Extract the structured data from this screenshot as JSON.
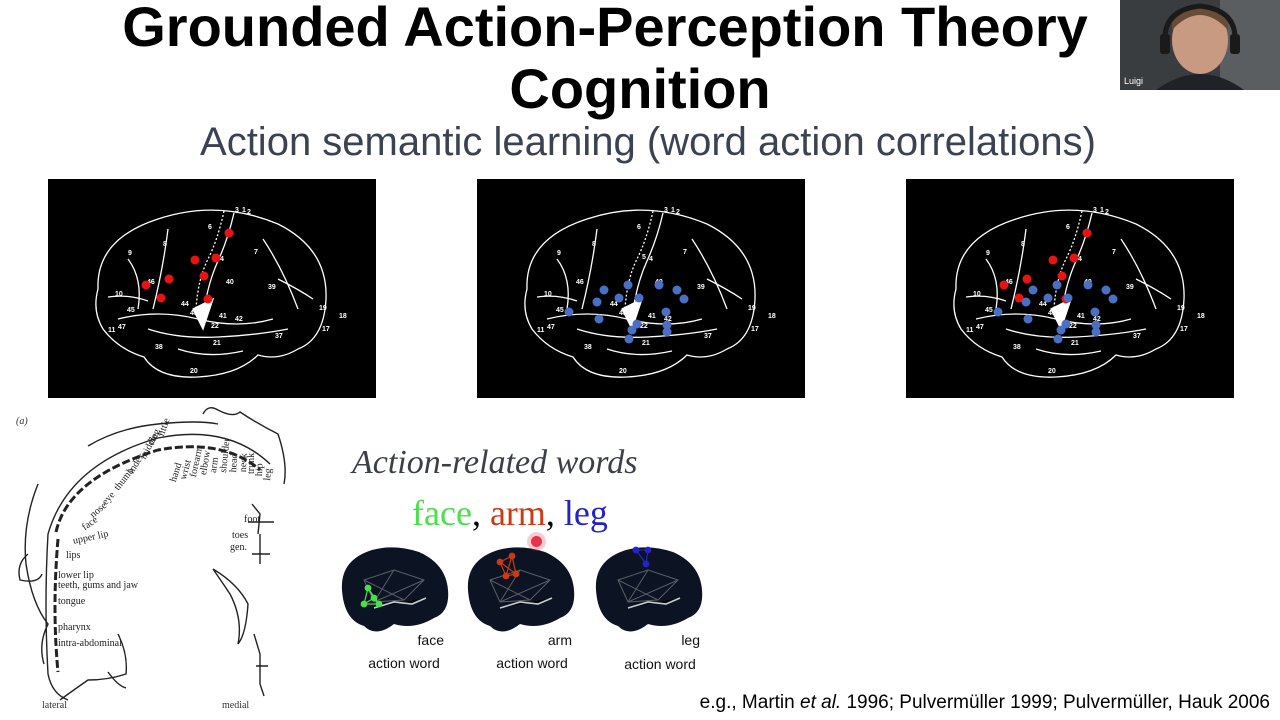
{
  "slide": {
    "title_line1": "Grounded Action-Perception Theory",
    "title_line2": "Cognition",
    "subtitle": "Action semantic learning (word action correlations)",
    "citation": {
      "prefix": "e.g., Martin ",
      "etal": "et al.",
      "rest": " 1996; Pulvermüller 1999; Pulvermüller, Hauk 2006"
    }
  },
  "brain_map": {
    "labels": [
      "3",
      "1",
      "2",
      "6",
      "8",
      "9",
      "4",
      "5",
      "7",
      "40",
      "39",
      "46",
      "10",
      "44",
      "43",
      "45",
      "41",
      "42",
      "19",
      "18",
      "11",
      "47",
      "22",
      "37",
      "21",
      "38",
      "20",
      "17"
    ]
  },
  "brain_panels": [
    {
      "name": "red",
      "dot_color": "#e81414"
    },
    {
      "name": "blue",
      "dot_color": "#4a70c4"
    },
    {
      "name": "mixed",
      "dot_colors": [
        "#e81414",
        "#4a70c4"
      ]
    }
  ],
  "homunculus": {
    "label_a": "(a)",
    "parts": [
      "little",
      "ring",
      "middle",
      "index",
      "thumb",
      "eye",
      "nose",
      "face",
      "upper lip",
      "lips",
      "lower lip",
      "teeth, gums and jaw",
      "tongue",
      "pharynx",
      "intra-abdominal"
    ],
    "top_parts": [
      "hand",
      "wrist",
      "forearm",
      "elbow",
      "arm",
      "shoulder",
      "head",
      "neck",
      "trunk",
      "hip",
      "leg",
      "foot",
      "toes",
      "gen."
    ],
    "label_lateral": "lateral",
    "label_medial": "medial"
  },
  "action_words": {
    "title": "Action-related words",
    "face": "face",
    "arm": "arm",
    "leg": "leg",
    "sep": ", ",
    "colors": {
      "face": "#4be04b",
      "arm": "#cc3a14",
      "leg": "#2323c8"
    },
    "mini_brains": [
      {
        "word": "face",
        "caption": "action word"
      },
      {
        "word": "arm",
        "caption": "action word"
      },
      {
        "word": "leg",
        "caption": "action word"
      }
    ]
  },
  "webcam": {
    "name": "Luigi"
  }
}
